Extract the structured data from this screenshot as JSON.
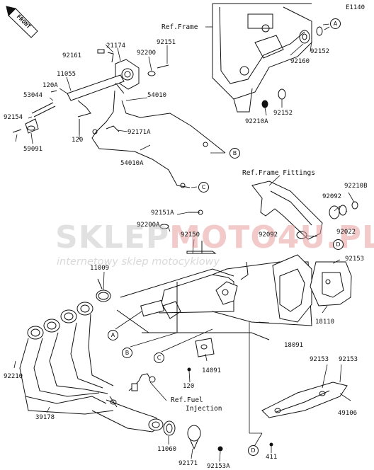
{
  "diagram": {
    "code": "E1140",
    "front_arrow": "FRONT",
    "refs": {
      "frame": "Ref.Frame",
      "frame_fittings": "Ref.Frame Fittings",
      "fuel_injection_1": "Ref.Fuel",
      "fuel_injection_2": "Injection"
    },
    "watermark": {
      "brand_a": "SKLEP",
      "brand_b": "MOTO4U.PL",
      "tagline": "internetowy sklep motocyklowy"
    },
    "callouts": [
      "A",
      "B",
      "C",
      "D"
    ],
    "parts": {
      "p92161": "92161",
      "p21174": "21174",
      "p92200": "92200",
      "p92151": "92151",
      "p11055": "11055",
      "p120A": "120A",
      "p53044": "53044",
      "p92154": "92154",
      "p59091": "59091",
      "p120_top": "120",
      "p54010": "54010",
      "p92171A": "92171A",
      "p54010A": "54010A",
      "p92152_top": "92152",
      "p92160": "92160",
      "p92152_mid": "92152",
      "p92210A": "92210A",
      "p92210B": "92210B",
      "p92092_top": "92092",
      "p92022": "92022",
      "p92092_mid": "92092",
      "p92151A": "92151A",
      "p92200A": "92200A",
      "p92150": "92150",
      "p11009": "11009",
      "p92153_r": "92153",
      "p18110": "18110",
      "p18091": "18091",
      "p14091": "14091",
      "p120_low": "120",
      "p92210": "92210",
      "p92153_a": "92153",
      "p92153_b": "92153",
      "p49106": "49106",
      "p39178": "39178",
      "p11060": "11060",
      "p92171": "92171",
      "p92153A": "92153A",
      "p411": "411"
    }
  }
}
